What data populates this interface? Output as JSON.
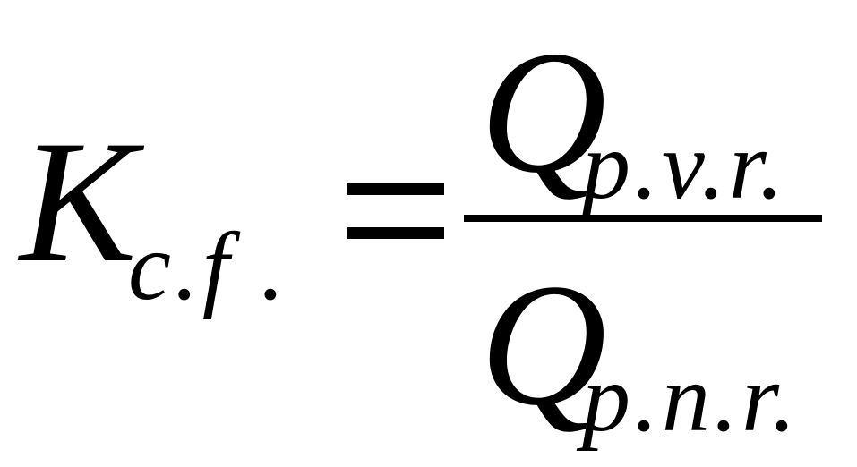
{
  "formula": {
    "lhs": {
      "symbol": "K",
      "subscript": "c.f ."
    },
    "operator": "=",
    "numerator": {
      "symbol": "Q",
      "subscript": "p.v.r."
    },
    "denominator": {
      "symbol": "Q",
      "subscript": "p.n.r."
    }
  }
}
